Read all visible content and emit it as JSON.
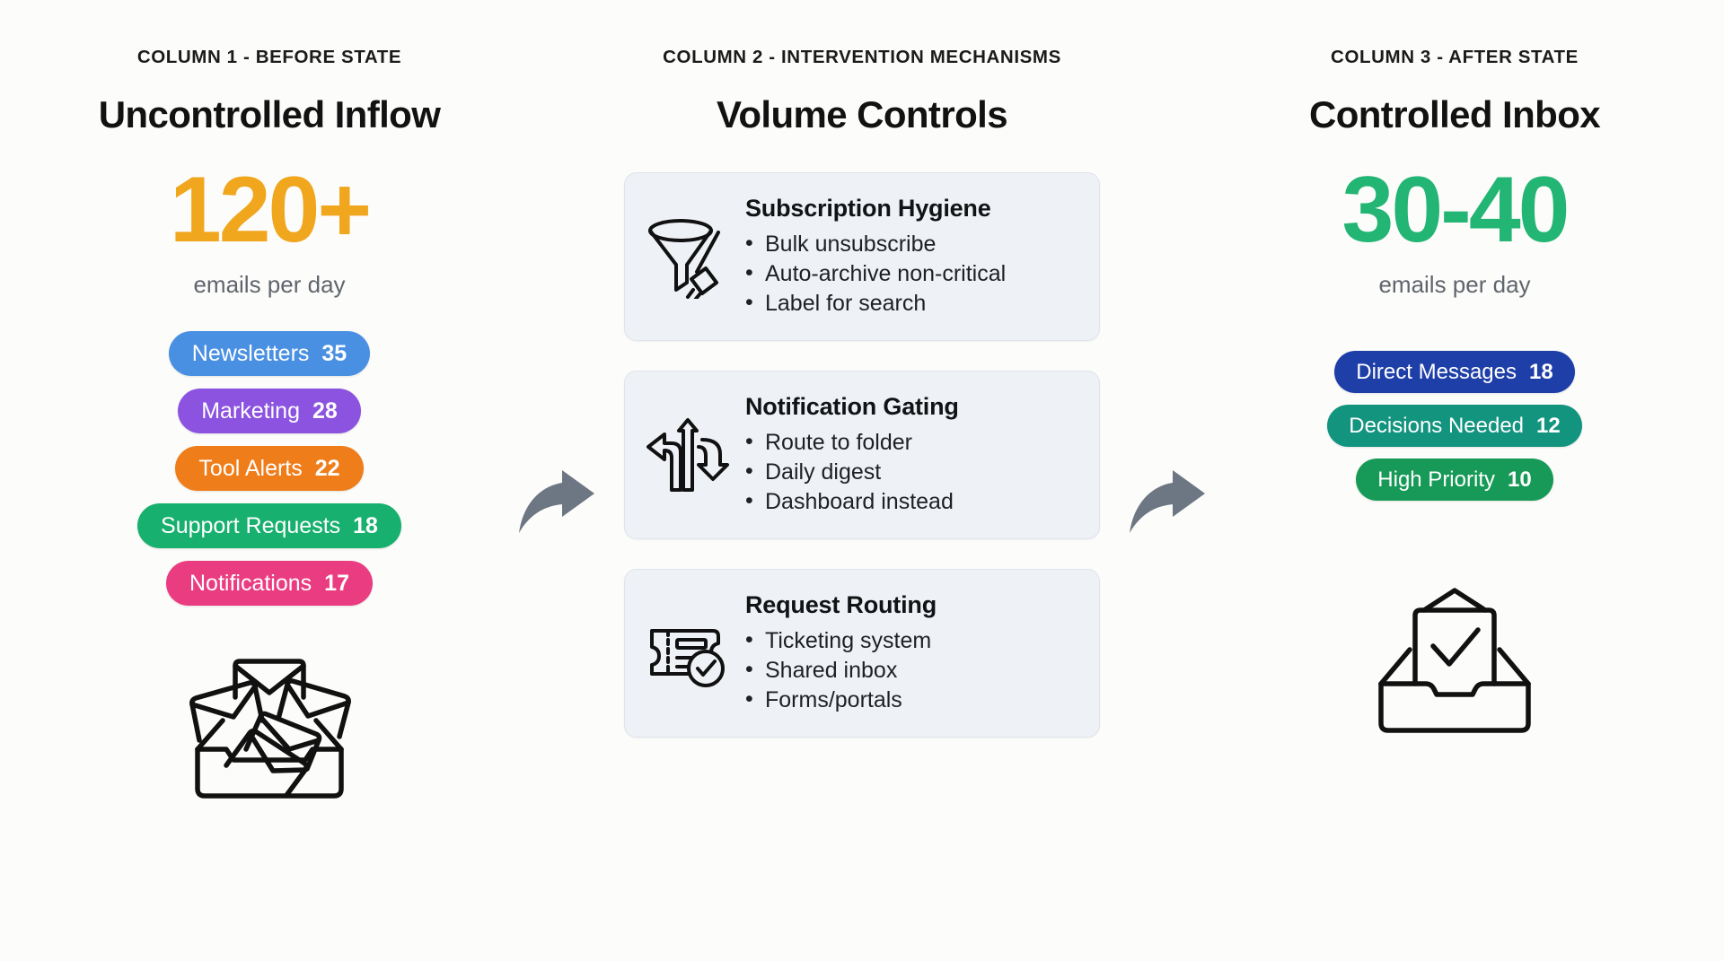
{
  "background": "#fcfcfa",
  "columns": {
    "before": {
      "kicker": "COLUMN 1 - BEFORE STATE",
      "title": "Uncontrolled Inflow",
      "metric": "120+",
      "metric_color": "#f0a61d",
      "unit": "emails per day",
      "icon": "overflowing-inbox-icon",
      "pills": [
        {
          "label": "Newsletters",
          "count": "35",
          "color": "#4a90e2"
        },
        {
          "label": "Marketing",
          "count": "28",
          "color": "#8b53e0"
        },
        {
          "label": "Tool Alerts",
          "count": "22",
          "color": "#ef7d1a"
        },
        {
          "label": "Support Requests",
          "count": "18",
          "color": "#18b06e"
        },
        {
          "label": "Notifications",
          "count": "17",
          "color": "#ea3d81"
        }
      ]
    },
    "interventions": {
      "kicker": "COLUMN 2 - INTERVENTION MECHANISMS",
      "title": "Volume Controls",
      "cards": [
        {
          "icon": "funnel-broom-icon",
          "title": "Subscription Hygiene",
          "items": [
            "Bulk unsubscribe",
            "Auto-archive non-critical",
            "Label for search"
          ]
        },
        {
          "icon": "three-way-arrows-icon",
          "title": "Notification Gating",
          "items": [
            "Route to folder",
            "Daily digest",
            "Dashboard instead"
          ]
        },
        {
          "icon": "ticket-check-icon",
          "title": "Request Routing",
          "items": [
            "Ticketing system",
            "Shared inbox",
            "Forms/portals"
          ]
        }
      ]
    },
    "after": {
      "kicker": "COLUMN 3 - AFTER STATE",
      "title": "Controlled Inbox",
      "metric": "30-40",
      "metric_color": "#22b573",
      "unit": "emails per day",
      "icon": "clean-inbox-check-icon",
      "pills": [
        {
          "label": "Direct Messages",
          "count": "18",
          "color": "#1f3fa8"
        },
        {
          "label": "Decisions Needed",
          "count": "12",
          "color": "#13947f"
        },
        {
          "label": "High Priority",
          "count": "10",
          "color": "#179a58"
        }
      ]
    }
  },
  "arrows": {
    "left": {
      "name": "flow-arrow-1",
      "color": "#6d7683"
    },
    "right": {
      "name": "flow-arrow-2",
      "color": "#6d7683"
    }
  }
}
